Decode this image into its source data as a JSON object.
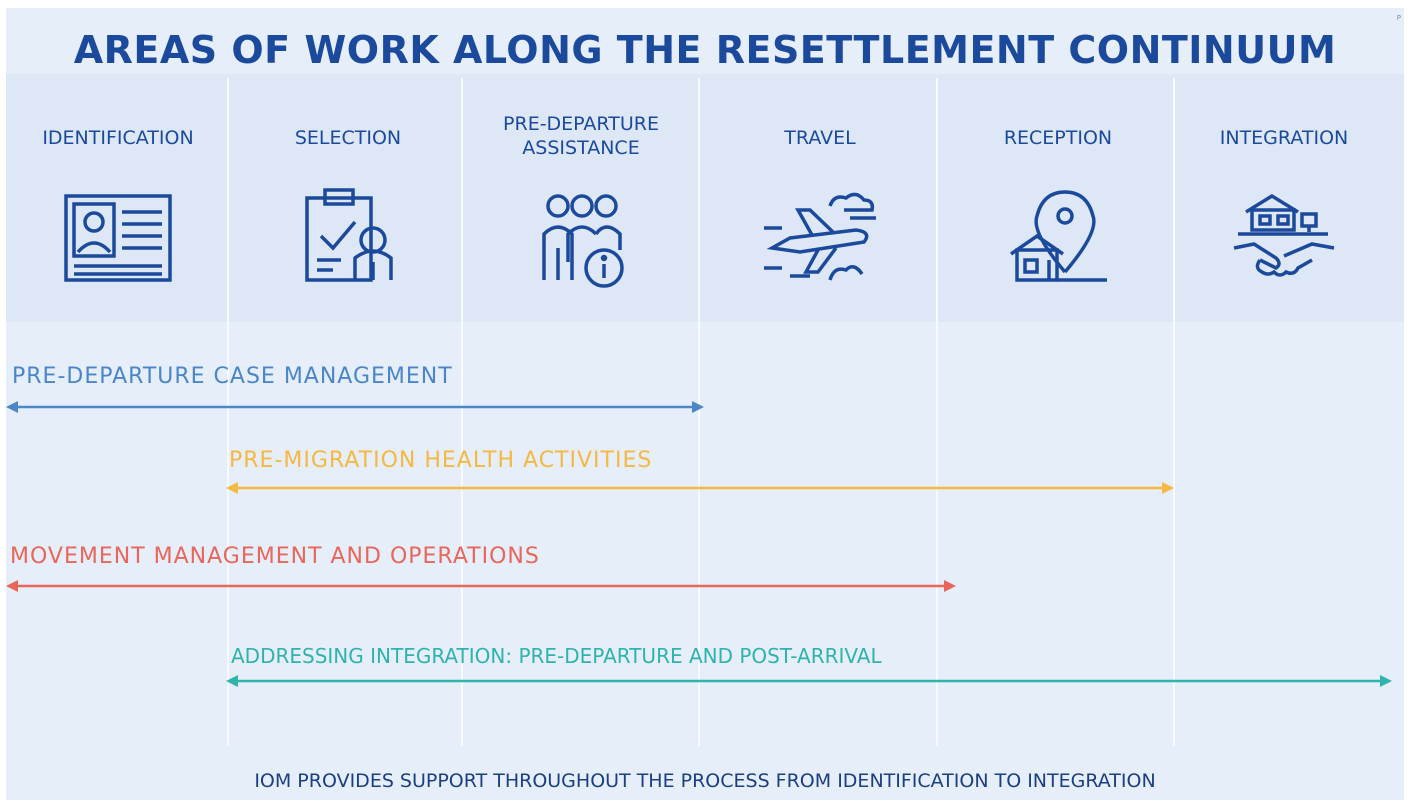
{
  "title": "AREAS OF WORK ALONG THE RESETTLEMENT CONTINUUM",
  "corner_mark": "P",
  "stages": [
    {
      "label": "IDENTIFICATION",
      "icon": "id-card-icon"
    },
    {
      "label": "SELECTION",
      "icon": "clipboard-check-icon"
    },
    {
      "label": "PRE-DEPARTURE ASSISTANCE",
      "icon": "people-info-icon"
    },
    {
      "label": "TRAVEL",
      "icon": "airplane-icon"
    },
    {
      "label": "RECEPTION",
      "icon": "location-house-icon"
    },
    {
      "label": "INTEGRATION",
      "icon": "handshake-house-icon"
    }
  ],
  "activities": [
    {
      "label": "PRE-DEPARTURE CASE MANAGEMENT",
      "color": "#4a86c8",
      "from_stage": "IDENTIFICATION",
      "to_stage": "PRE-DEPARTURE ASSISTANCE"
    },
    {
      "label": "PRE-MIGRATION HEALTH ACTIVITIES",
      "color": "#f5b842",
      "from_stage": "SELECTION",
      "to_stage": "RECEPTION"
    },
    {
      "label": "MOVEMENT MANAGEMENT AND OPERATIONS",
      "color": "#e8665a",
      "from_stage": "IDENTIFICATION",
      "to_stage": "TRAVEL"
    },
    {
      "label": "ADDRESSING INTEGRATION: PRE-DEPARTURE AND POST-ARRIVAL",
      "color": "#2fb3ad",
      "from_stage": "SELECTION",
      "to_stage": "INTEGRATION"
    }
  ],
  "footer": "IOM PROVIDES SUPPORT THROUGHOUT THE PROCESS FROM IDENTIFICATION TO INTEGRATION",
  "colors": {
    "title": "#1b4a9c",
    "background": "#e6eef9",
    "icons": "#1b4a9c"
  }
}
